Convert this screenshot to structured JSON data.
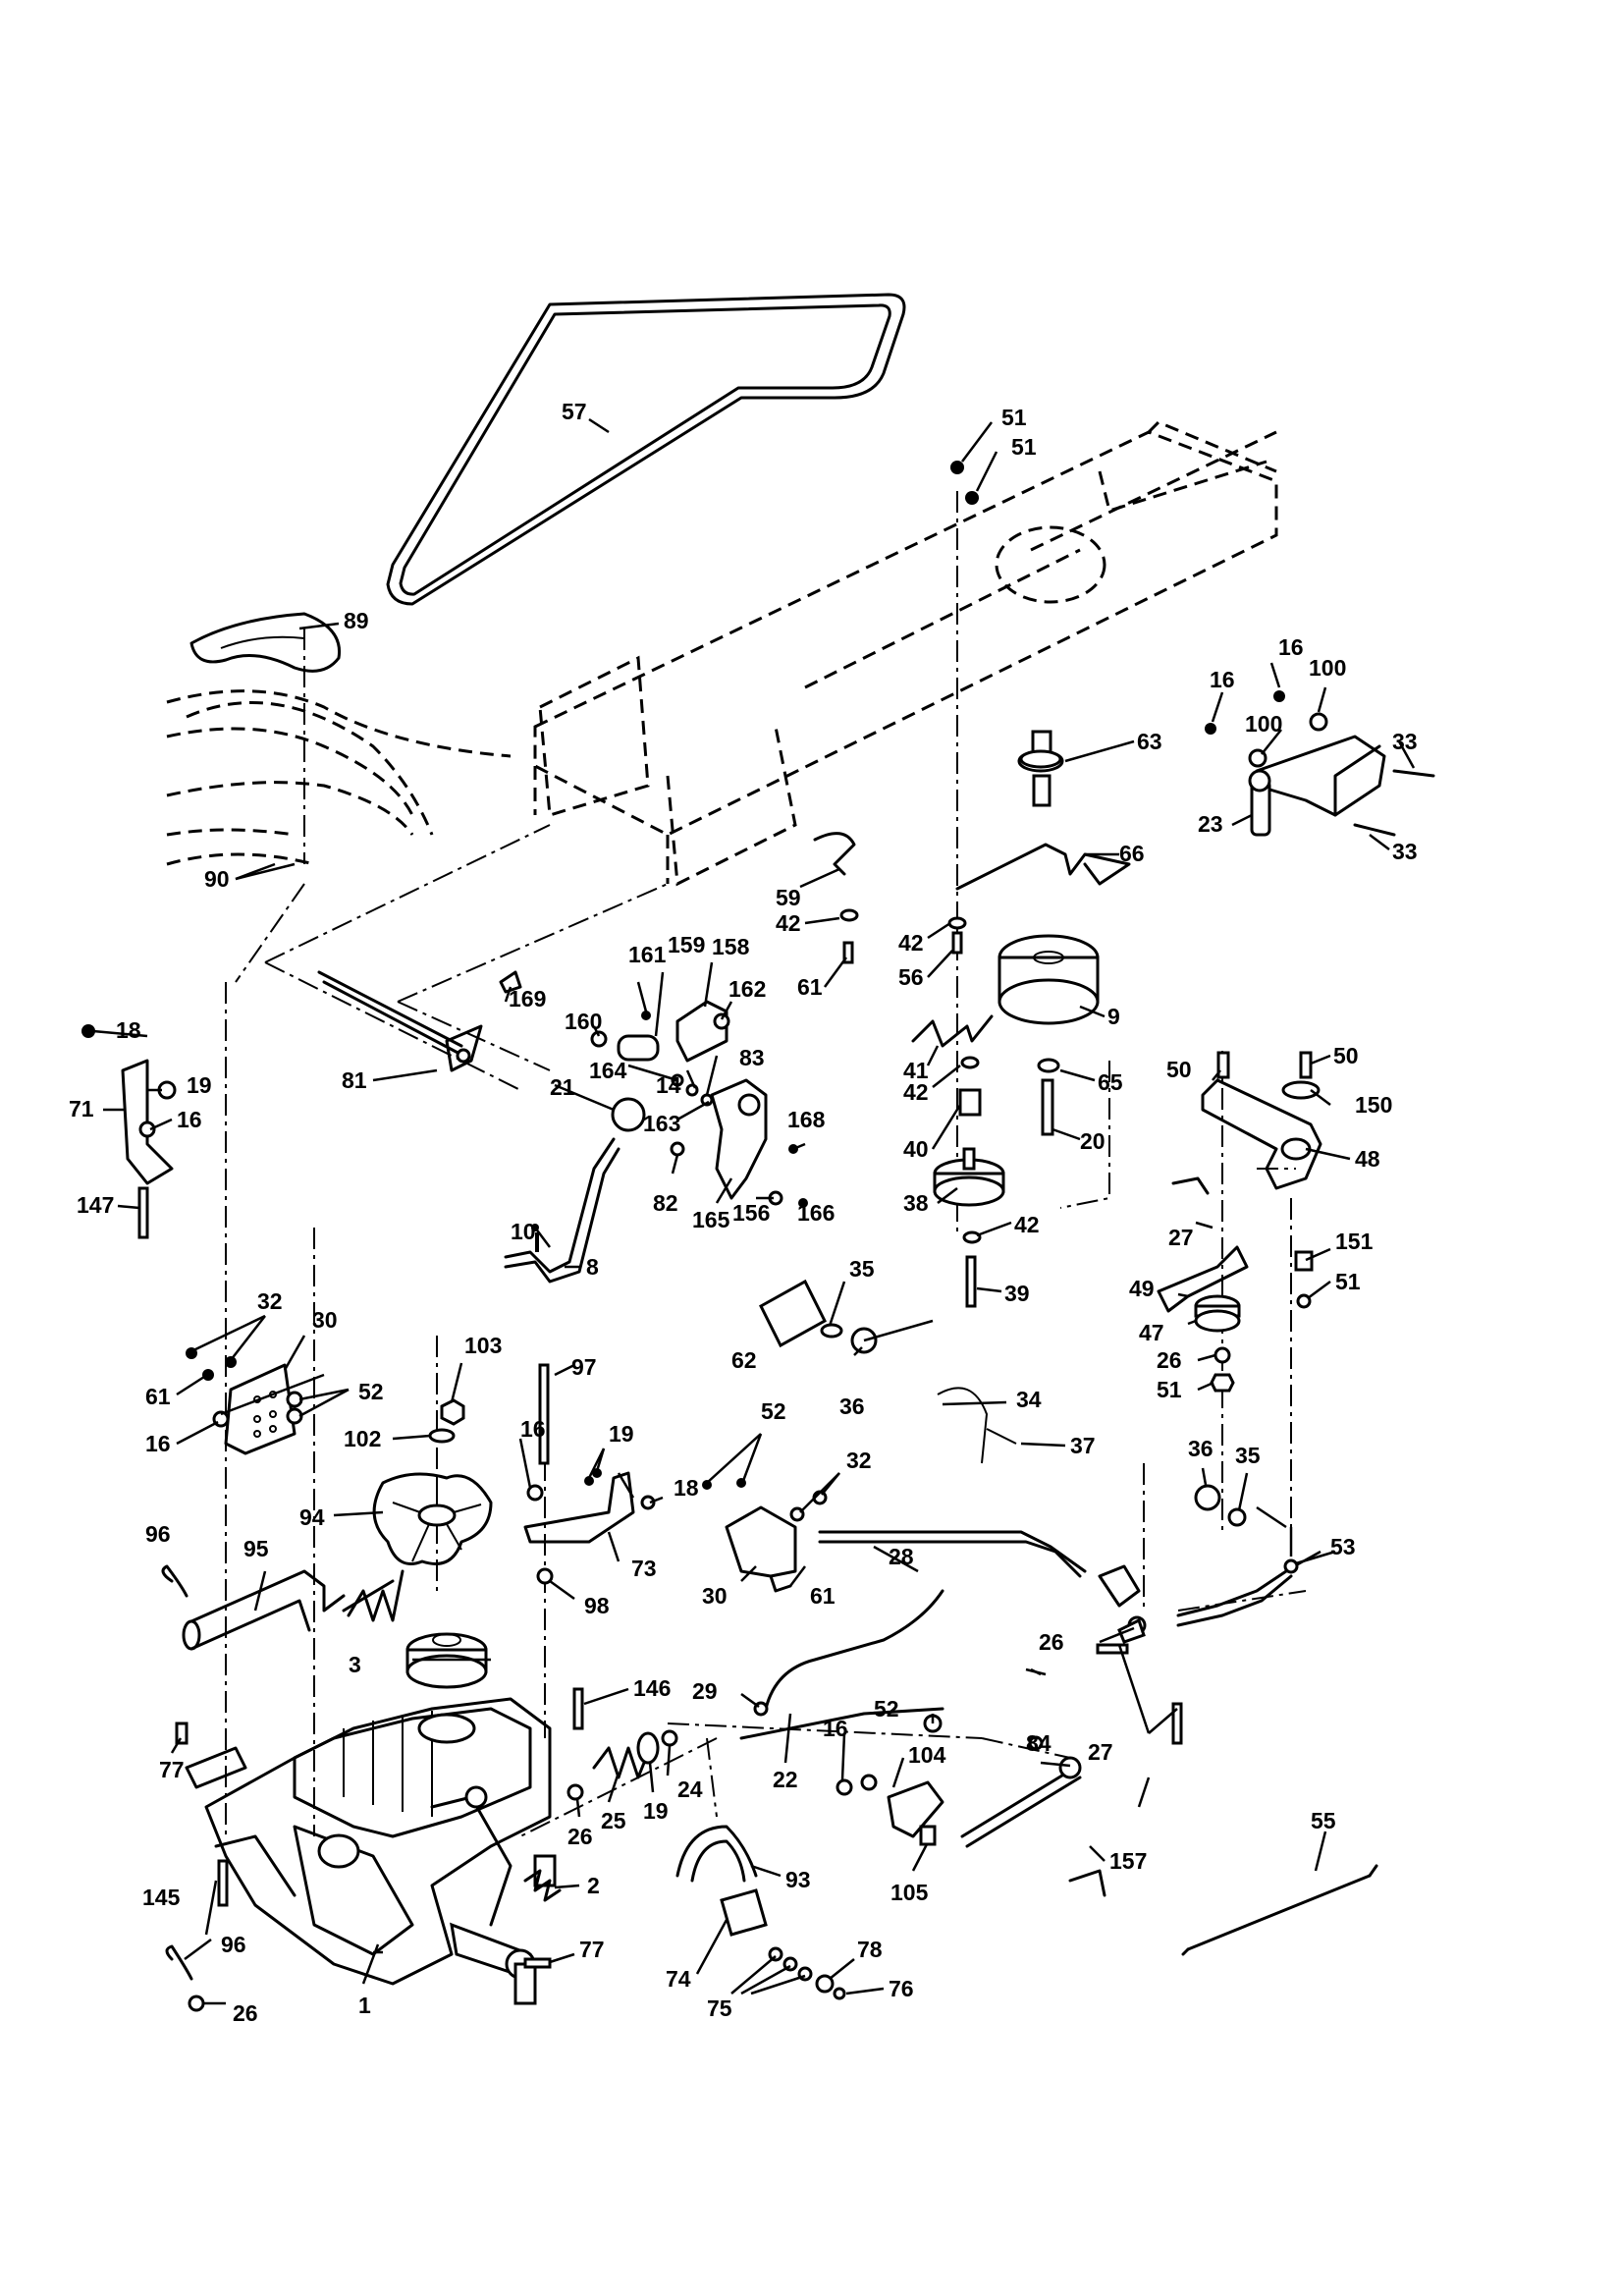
{
  "labels": {
    "p1": "1",
    "p2": "2",
    "p3": "3",
    "p8": "8",
    "p9": "9",
    "p10": "10",
    "p14": "14",
    "p16a": "16",
    "p16b": "16",
    "p16c": "16",
    "p16d": "16",
    "p16e": "16",
    "p16f": "16",
    "p18a": "18",
    "p18b": "18",
    "p19a": "19",
    "p19b": "19",
    "p19c": "19",
    "p20": "20",
    "p21": "21",
    "p22": "22",
    "p23": "23",
    "p24": "24",
    "p25": "25",
    "p26a": "26",
    "p26b": "26",
    "p26c": "26",
    "p26d": "26",
    "p27a": "27",
    "p27b": "27",
    "p28": "28",
    "p29": "29",
    "p30a": "30",
    "p30b": "30",
    "p32a": "32",
    "p32b": "32",
    "p33a": "33",
    "p33b": "33",
    "p34": "34",
    "p35a": "35",
    "p35b": "35",
    "p36a": "36",
    "p36b": "36",
    "p37": "37",
    "p38": "38",
    "p39": "39",
    "p40": "40",
    "p41": "41",
    "p42a": "42",
    "p42b": "42",
    "p42c": "42",
    "p42d": "42",
    "p47": "47",
    "p48": "48",
    "p49": "49",
    "p50a": "50",
    "p50b": "50",
    "p51a": "51",
    "p51b": "51",
    "p51c": "51",
    "p51d": "51",
    "p52a": "52",
    "p52b": "52",
    "p52c": "52",
    "p53": "53",
    "p55": "55",
    "p56": "56",
    "p57": "57",
    "p59": "59",
    "p61a": "61",
    "p61b": "61",
    "p61c": "61",
    "p62": "62",
    "p63": "63",
    "p65": "65",
    "p66": "66",
    "p71": "71",
    "p73": "73",
    "p74": "74",
    "p75": "75",
    "p76": "76",
    "p77a": "77",
    "p77b": "77",
    "p78": "78",
    "p81": "81",
    "p82": "82",
    "p83": "83",
    "p84": "84",
    "p89": "89",
    "p90": "90",
    "p93": "93",
    "p94": "94",
    "p95": "95",
    "p96a": "96",
    "p96b": "96",
    "p97": "97",
    "p98": "98",
    "p100a": "100",
    "p100b": "100",
    "p102": "102",
    "p103": "103",
    "p104": "104",
    "p105": "105",
    "p145": "145",
    "p146": "146",
    "p147": "147",
    "p150": "150",
    "p151": "151",
    "p156": "156",
    "p157": "157",
    "p158": "158",
    "p159": "159",
    "p160": "160",
    "p161": "161",
    "p162": "162",
    "p163": "163",
    "p164": "164",
    "p165": "165",
    "p166": "166",
    "p168": "168",
    "p169": "169"
  }
}
